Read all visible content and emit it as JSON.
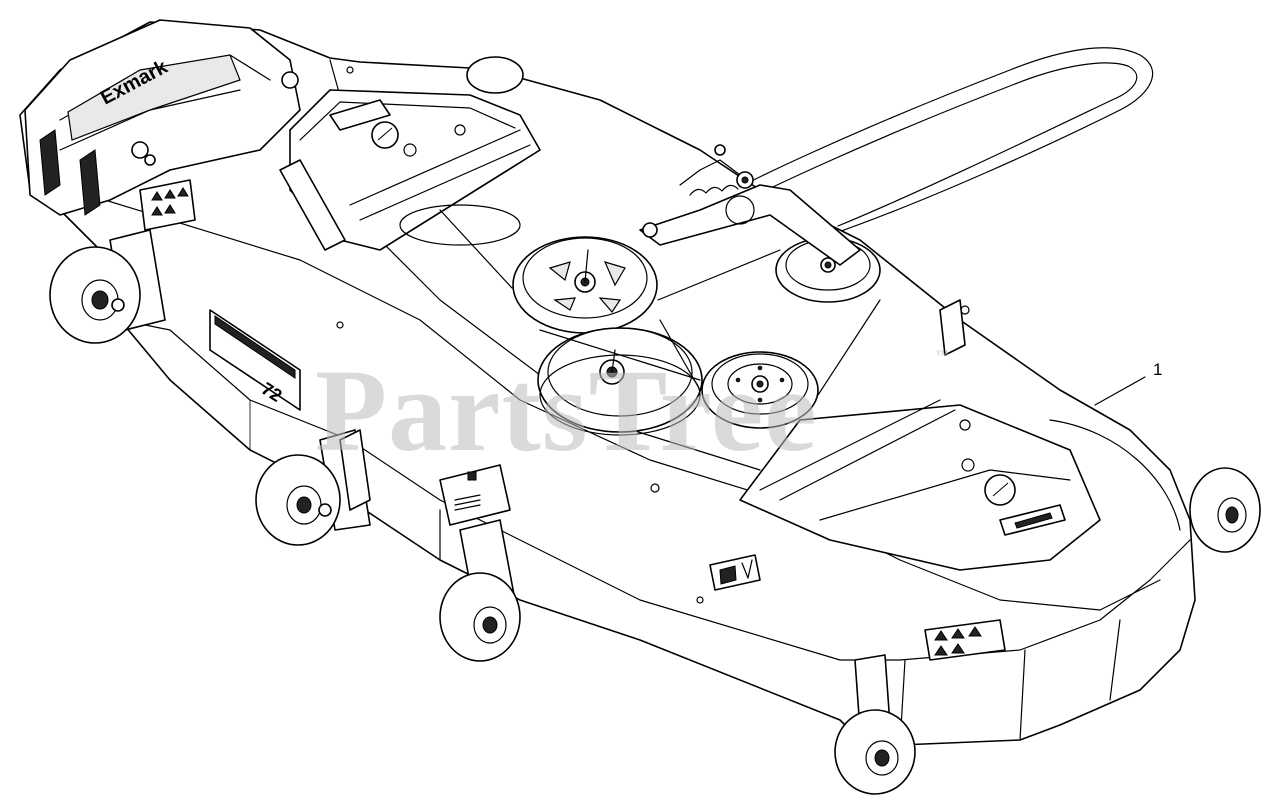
{
  "diagram": {
    "callouts": [
      {
        "label": "1"
      }
    ]
  },
  "watermark": {
    "text": "PartsTree",
    "trademark": "™"
  },
  "brand_logo": {
    "text": "Exmark"
  }
}
